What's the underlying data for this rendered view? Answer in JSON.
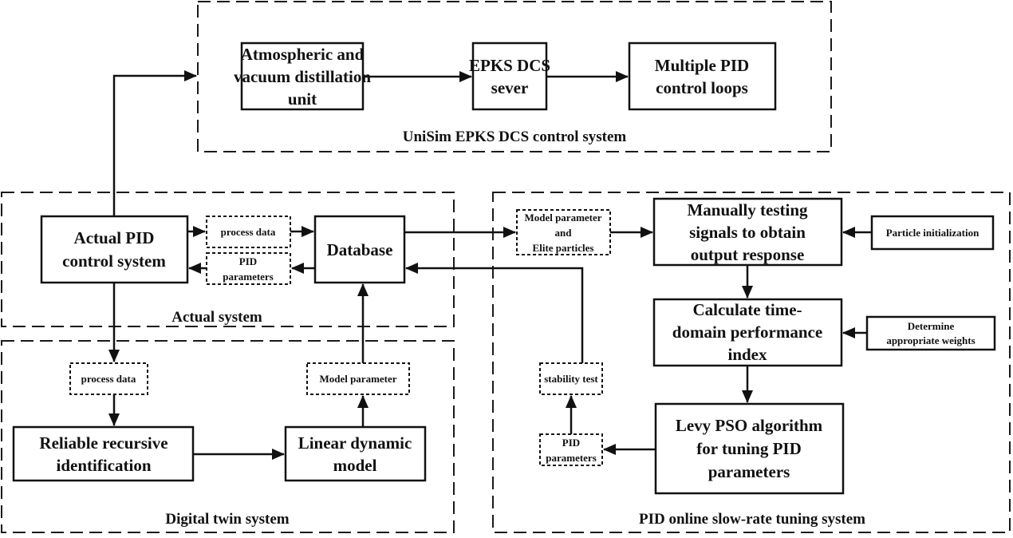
{
  "regions": {
    "unisim": "UniSim EPKS DCS control system",
    "actual": "Actual system",
    "twin": "Digital twin system",
    "tuning": "PID online slow-rate tuning system"
  },
  "nodes": {
    "atmospheric": [
      "Atmospheric and",
      "vacuum distillation",
      "unit"
    ],
    "epks_server": [
      "EPKS DCS",
      "sever"
    ],
    "multiple_pid": [
      "Multiple PID",
      "control loops"
    ],
    "actual_pid": [
      "Actual PID",
      "control system"
    ],
    "database": [
      "Database"
    ],
    "reliable_id": [
      "Reliable recursive",
      "identification"
    ],
    "linear_model": [
      "Linear dynamic",
      "model"
    ],
    "manual_test": [
      "Manually testing",
      "signals to obtain",
      "output response"
    ],
    "particle_init": [
      "Particle initialization"
    ],
    "calc_index": [
      "Calculate time-",
      "domain performance",
      "index"
    ],
    "weights": [
      "Determine",
      "appropriate weights"
    ],
    "levy_pso": [
      "Levy PSO algorithm",
      "for tuning PID",
      "parameters"
    ]
  },
  "data_tags": {
    "process_data_top": [
      "process data"
    ],
    "pid_params_top": [
      "PID",
      "parameters"
    ],
    "model_elite": [
      "Model parameter",
      "and",
      "Elite particles"
    ],
    "process_data_twin": [
      "process data"
    ],
    "model_param_twin": [
      "Model parameter"
    ],
    "stability_test": [
      "stability test"
    ],
    "pid_params_tuning": [
      "PID",
      "parameters"
    ]
  }
}
